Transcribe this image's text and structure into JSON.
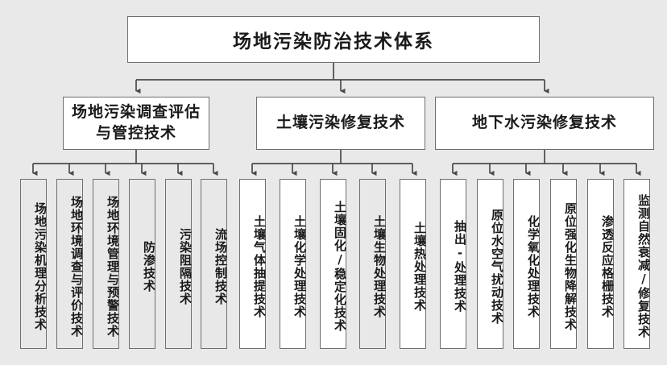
{
  "diagram": {
    "type": "tree",
    "title": "场地污染防治技术体系",
    "root": {
      "label": "场地污染防治技术体系"
    },
    "branches": [
      {
        "label": "场地污染调查评估与管控技术",
        "fill": "#ffffff",
        "children": [
          {
            "label": "场地污染机理分析技术",
            "fill": "#e8e8e8"
          },
          {
            "label": "场地环境调查与评价技术",
            "fill": "#e8e8e8"
          },
          {
            "label": "场地环境管理与预警技术",
            "fill": "#e8e8e8"
          },
          {
            "label": "防渗技术",
            "fill": "#e8e8e8"
          },
          {
            "label": "污染阻隔技术",
            "fill": "#e8e8e8"
          },
          {
            "label": "流场控制技术",
            "fill": "#e8e8e8"
          }
        ]
      },
      {
        "label": "土壤污染修复技术",
        "fill": "#ffffff",
        "children": [
          {
            "label": "土壤气体抽提技术",
            "fill": "#ffffff"
          },
          {
            "label": "土壤化学处理技术",
            "fill": "#ffffff"
          },
          {
            "label": "土壤固化/稳定化技术",
            "fill": "#ffffff"
          },
          {
            "label": "土壤生物处理技术",
            "fill": "#e8e8e8"
          },
          {
            "label": "土壤热处理技术",
            "fill": "#ffffff"
          }
        ]
      },
      {
        "label": "地下水污染修复技术",
        "fill": "#ffffff",
        "children": [
          {
            "label": "抽出-处理技术",
            "fill": "#ffffff"
          },
          {
            "label": "原位水空气扰动技术",
            "fill": "#ffffff"
          },
          {
            "label": "化学氧化处理技术",
            "fill": "#ffffff"
          },
          {
            "label": "原位强化生物降解技术",
            "fill": "#ffffff"
          },
          {
            "label": "渗透反应格栅技术",
            "fill": "#ffffff"
          },
          {
            "label": "监测自然衰减/修复技术",
            "fill": "#ffffff"
          }
        ]
      }
    ],
    "colors": {
      "page_background": "#e9e9e9",
      "box_border": "#6f6f6f",
      "connector": "#4a4a4a",
      "text": "#1a1a1a"
    }
  }
}
